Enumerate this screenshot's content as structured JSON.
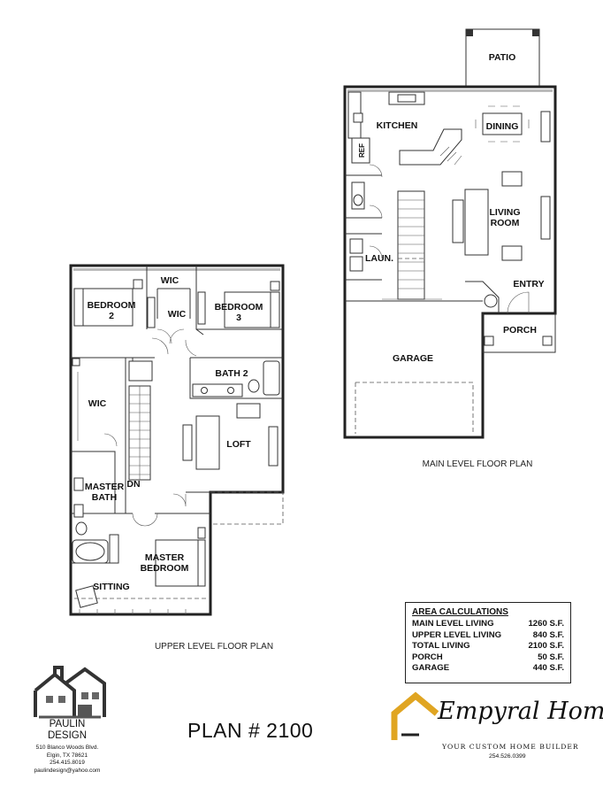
{
  "upper_level": {
    "caption": "UPPER LEVEL FLOOR PLAN",
    "rooms": {
      "bedroom2": "BEDROOM\n2",
      "wic_top": "WIC",
      "wic_mid": "WIC",
      "bedroom3": "BEDROOM\n3",
      "bath2": "BATH 2",
      "wic_left": "WIC",
      "loft": "LOFT",
      "stair_dn": "DN",
      "master_bath": "MASTER\nBATH",
      "master_bedroom": "MASTER\nBEDROOM",
      "sitting": "SITTING"
    }
  },
  "main_level": {
    "caption": "MAIN LEVEL FLOOR PLAN",
    "rooms": {
      "patio": "PATIO",
      "kitchen": "KITCHEN",
      "dining": "DINING",
      "ref": "REF",
      "living_room": "LIVING\nROOM",
      "laun": "LAUN.",
      "entry": "ENTRY",
      "porch": "PORCH",
      "garage": "GARAGE"
    }
  },
  "area_calculations": {
    "title": "AREA CALCULATIONS",
    "rows": [
      {
        "label": "MAIN LEVEL LIVING",
        "value": "1260 S.F."
      },
      {
        "label": "UPPER LEVEL LIVING",
        "value": "840 S.F."
      },
      {
        "label": "TOTAL LIVING",
        "value": "2100 S.F."
      },
      {
        "label": "PORCH",
        "value": "50 S.F."
      },
      {
        "label": "GARAGE",
        "value": "440 S.F."
      }
    ]
  },
  "designer": {
    "name_line1": "PAULIN",
    "name_line2": "DESIGN",
    "address1": "510 Blanco Woods Blvd.",
    "address2": "Elgin, TX 78621",
    "phone": "254.415.8019",
    "email": "paulindesign@yahoo.com",
    "logo_icon": "house-logo-icon"
  },
  "plan_number": "PLAN # 2100",
  "builder": {
    "name": "Empyral Homes",
    "tagline": "YOUR CUSTOM HOME BUILDER",
    "phone": "254.526.0399",
    "logo_icon": "roof-logo-icon",
    "accent_color": "#E0A522"
  }
}
